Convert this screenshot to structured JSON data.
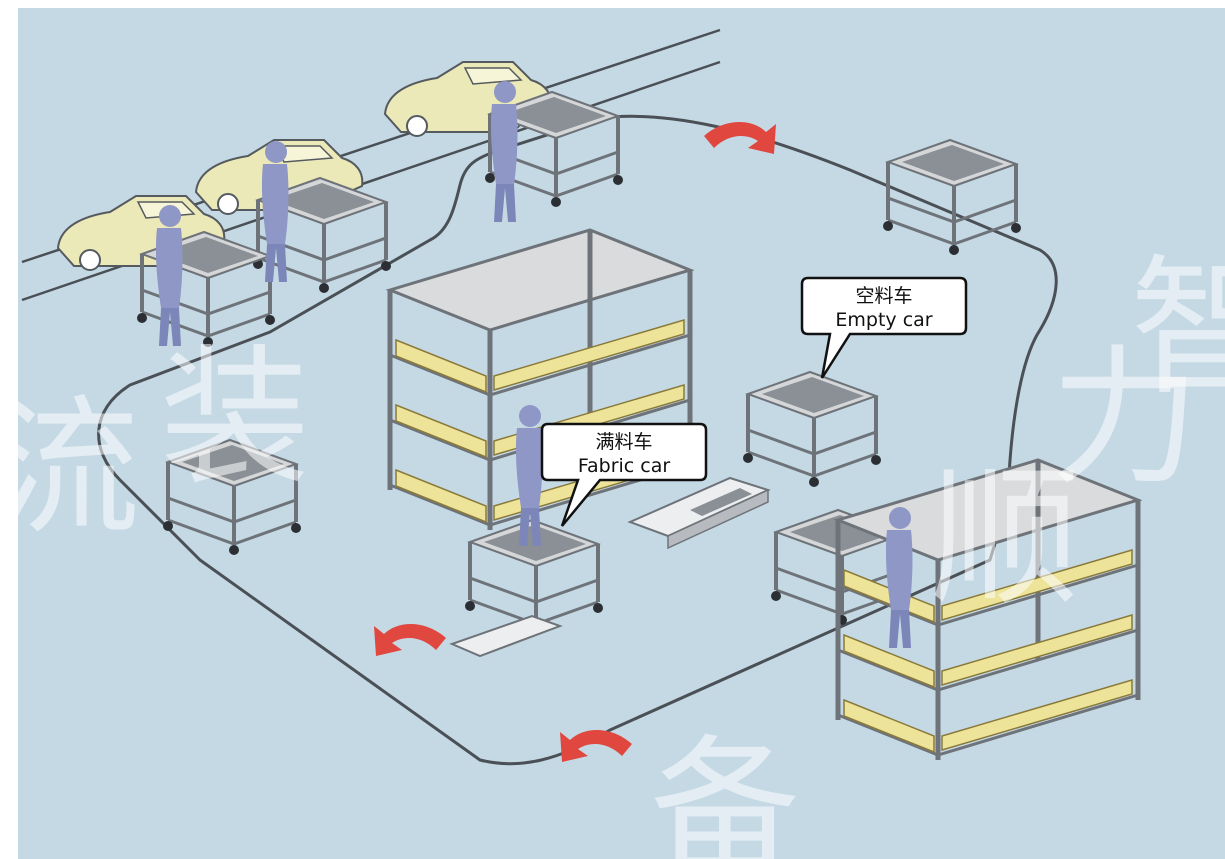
{
  "callouts": {
    "empty_car": {
      "line1": "空料车",
      "line2": "Empty car"
    },
    "fabric_car": {
      "line1": "满料车",
      "line2": "Fabric car"
    }
  },
  "watermark": [
    "流",
    "装",
    "顺",
    "力",
    "智",
    "备"
  ],
  "colors": {
    "floor": "#c5d9e5",
    "route": "#4a5056",
    "arrow": "#e0483f",
    "car_body": "#ece9b8",
    "bin": "#ede49a",
    "rack": "#6e7379",
    "worker": "#8e97c6",
    "callout_bg": "#ffffff"
  },
  "icons": {
    "flow_arrow": "red-curved-arrow-icon",
    "worker": "worker-figure-icon",
    "cart": "material-cart-icon",
    "car": "car-body-icon",
    "agv": "agv-tug-icon"
  }
}
